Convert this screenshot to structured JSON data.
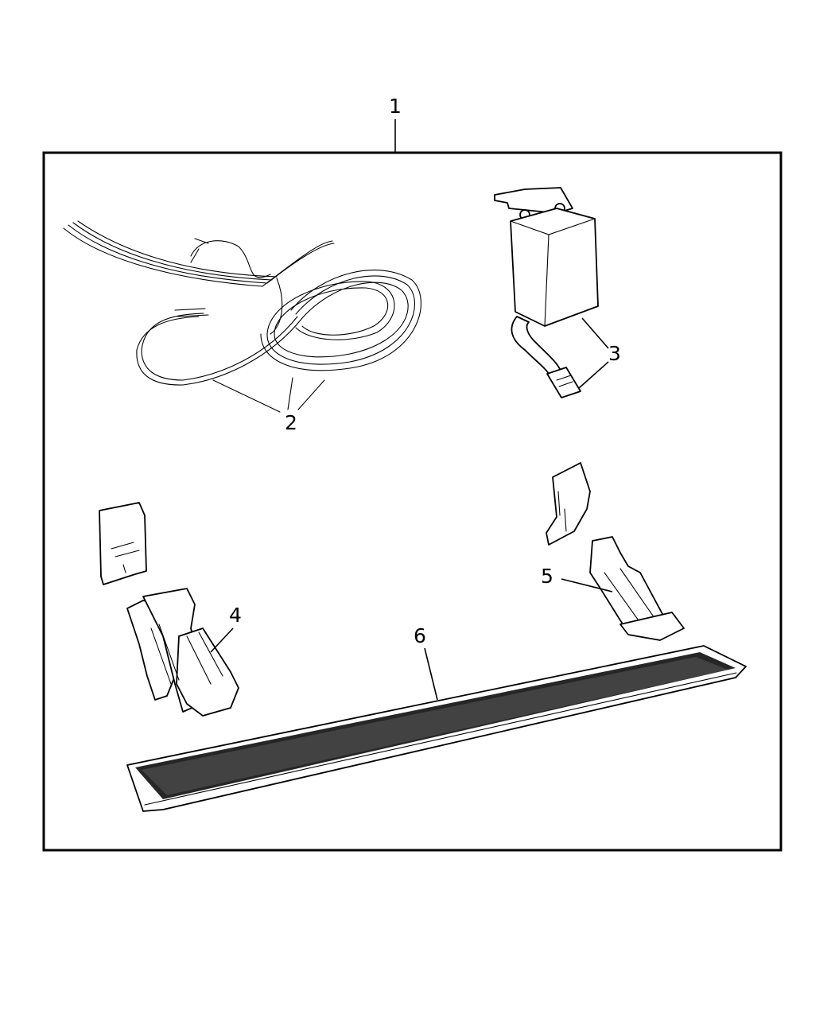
{
  "callouts": {
    "kit": "1",
    "wiring_harness": "2",
    "control_module": "3",
    "front_motor_bracket": "4",
    "rear_bracket": "5",
    "running_board": "6"
  }
}
